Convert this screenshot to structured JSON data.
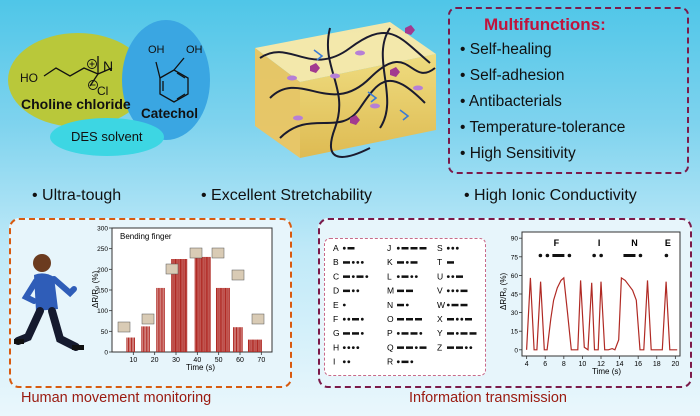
{
  "chemistry": {
    "choline": {
      "ho": "HO",
      "n": "N",
      "cl": "Cl",
      "label": "Choline chloride"
    },
    "catechol": {
      "oh1": "OH",
      "oh2": "OH",
      "label": "Catechol"
    },
    "des_label": "DES solvent"
  },
  "multifunctions": {
    "title": "Multifunctions:",
    "items": [
      "Self-healing",
      "Self-adhesion",
      "Antibacterials",
      "Temperature-tolerance",
      "High Sensitivity"
    ]
  },
  "features": [
    "Ultra-tough",
    "Excellent Stretchability",
    "High Ionic Conductivity"
  ],
  "captions": {
    "left": "Human movement monitoring",
    "right": "Information transmission"
  },
  "colors": {
    "accent_red": "#c0143c",
    "signal": "#b02a24",
    "left_border": "#d85a0f",
    "right_border": "#7b1a4a"
  },
  "charts": [
    {
      "title": "Bending finger",
      "xlabel": "Time (s)",
      "ylabel": "ΔR/R₀ (%)",
      "xlim": [
        0,
        75
      ],
      "ylim": [
        0,
        300
      ],
      "xticks": [
        10,
        20,
        30,
        40,
        50,
        60,
        70
      ],
      "yticks": [
        0,
        50,
        100,
        150,
        200,
        250,
        300
      ]
    },
    {
      "title": "",
      "xlabel": "Time (s)",
      "ylabel": "ΔR/R₀ (%)",
      "xlim": [
        3.5,
        20.5
      ],
      "ylim": [
        -5,
        95
      ],
      "xticks": [
        4,
        6,
        8,
        10,
        12,
        14,
        16,
        18,
        20
      ],
      "yticks": [
        0,
        15,
        30,
        45,
        60,
        75,
        90
      ]
    }
  ],
  "chart_data": [
    {
      "type": "bar",
      "title": "Bending finger",
      "xlabel": "Time (s)",
      "ylabel": "ΔR/R₀ (%)",
      "xlim": [
        0,
        75
      ],
      "ylim": [
        0,
        300
      ],
      "groups": [
        {
          "start": 7,
          "end": 10.5,
          "value": 35
        },
        {
          "start": 14,
          "end": 17.5,
          "value": 62
        },
        {
          "start": 21,
          "end": 24.5,
          "value": 155
        },
        {
          "start": 28,
          "end": 35,
          "value": 225
        },
        {
          "start": 39,
          "end": 46,
          "value": 230
        },
        {
          "start": 49,
          "end": 55,
          "value": 155
        },
        {
          "start": 57,
          "end": 61,
          "value": 60
        },
        {
          "start": 64,
          "end": 70,
          "value": 30
        }
      ]
    },
    {
      "type": "line",
      "xlabel": "Time (s)",
      "ylabel": "ΔR/R₀ (%)",
      "xlim": [
        3.5,
        20.5
      ],
      "ylim": [
        -5,
        95
      ],
      "letters": [
        {
          "letter": "F",
          "x": 7.2
        },
        {
          "letter": "I",
          "x": 11.8
        },
        {
          "letter": "N",
          "x": 15.6
        },
        {
          "letter": "E",
          "x": 19.2
        }
      ],
      "x": [
        4.0,
        4.4,
        4.8,
        5.1,
        5.5,
        5.9,
        6.2,
        6.6,
        6.9,
        7.3,
        7.7,
        8.0,
        8.4,
        8.8,
        9.1,
        9.5,
        9.8,
        10.2,
        10.6,
        11.0,
        11.3,
        11.7,
        12.0,
        12.4,
        12.8,
        13.2,
        13.5,
        13.9,
        14.2,
        14.6,
        15.0,
        15.4,
        15.8,
        16.2,
        16.6,
        17.0,
        17.4,
        17.8,
        18.2,
        18.6,
        19.0,
        19.4,
        19.8,
        20.2
      ],
      "y": [
        0,
        58,
        0,
        0,
        55,
        0,
        0,
        25,
        40,
        50,
        56,
        58,
        30,
        0,
        0,
        0,
        56,
        2,
        0,
        54,
        0,
        0,
        55,
        0,
        0,
        1,
        0,
        8,
        58,
        56,
        52,
        48,
        40,
        0,
        0,
        56,
        0,
        0,
        0,
        0,
        55,
        0,
        0,
        0
      ]
    }
  ],
  "morse": [
    {
      "letter": "A",
      "code": ".-"
    },
    {
      "letter": "J",
      "code": ".---"
    },
    {
      "letter": "S",
      "code": "..."
    },
    {
      "letter": "B",
      "code": "-..."
    },
    {
      "letter": "K",
      "code": "-.-"
    },
    {
      "letter": "T",
      "code": "-"
    },
    {
      "letter": "C",
      "code": "-.-."
    },
    {
      "letter": "L",
      "code": ".-.."
    },
    {
      "letter": "U",
      "code": "..-"
    },
    {
      "letter": "D",
      "code": "-.."
    },
    {
      "letter": "M",
      "code": "--"
    },
    {
      "letter": "V",
      "code": "...-"
    },
    {
      "letter": "E",
      "code": "."
    },
    {
      "letter": "N",
      "code": "-."
    },
    {
      "letter": "W",
      "code": ".--"
    },
    {
      "letter": "F",
      "code": "..-."
    },
    {
      "letter": "O",
      "code": "---"
    },
    {
      "letter": "X",
      "code": "-..-"
    },
    {
      "letter": "G",
      "code": "--."
    },
    {
      "letter": "P",
      "code": ".--."
    },
    {
      "letter": "Y",
      "code": "-.--"
    },
    {
      "letter": "H",
      "code": "...."
    },
    {
      "letter": "Q",
      "code": "--.-"
    },
    {
      "letter": "Z",
      "code": "--.."
    },
    {
      "letter": "I",
      "code": ".."
    },
    {
      "letter": "R",
      "code": ".-."
    }
  ]
}
